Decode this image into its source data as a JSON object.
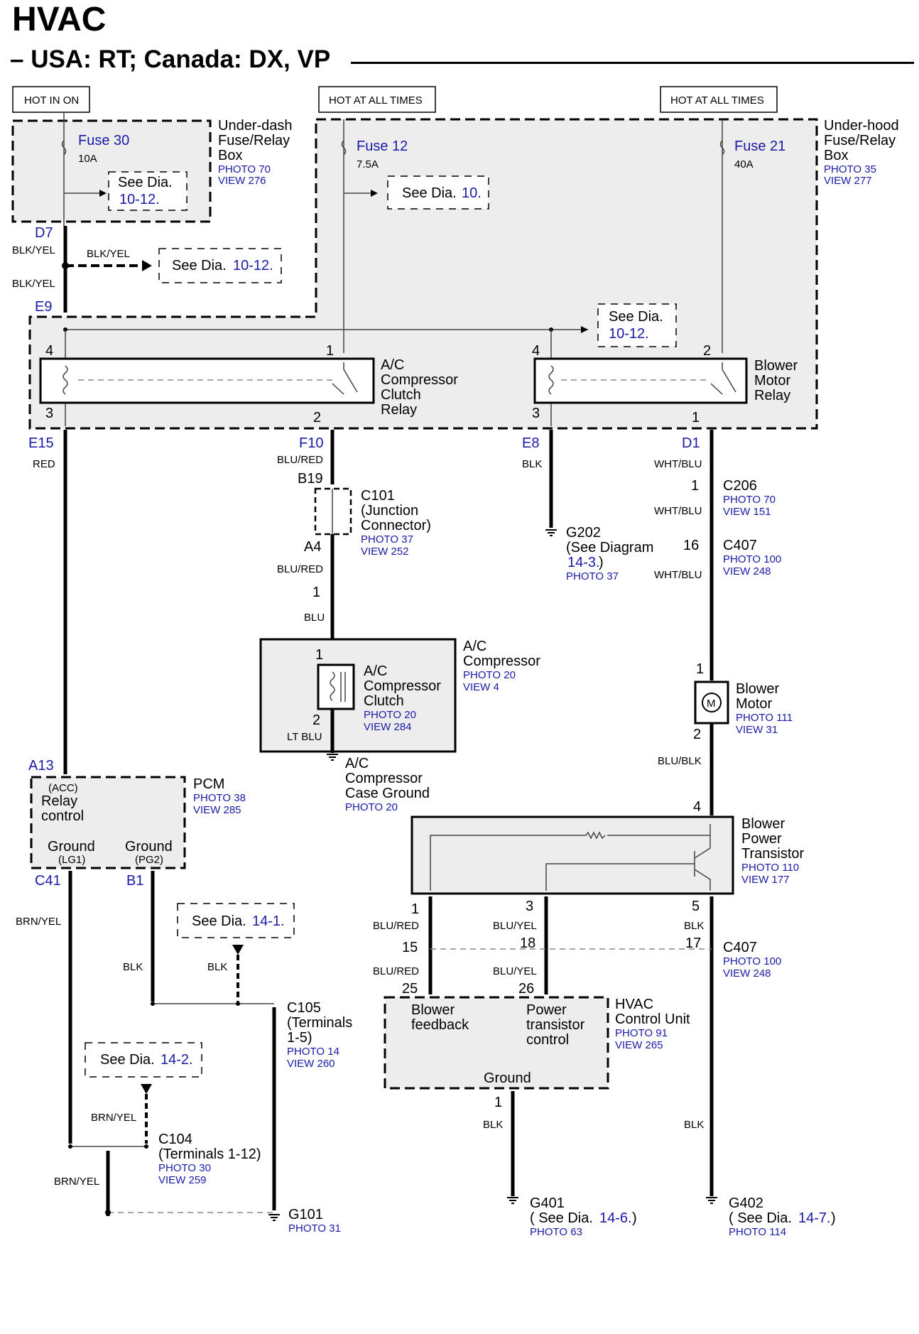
{
  "header": {
    "title": "HVAC",
    "subtitle": "– USA: RT; Canada: DX, VP"
  },
  "power": {
    "hot_in_on": "HOT IN ON",
    "hot_all_times_1": "HOT AT ALL TIMES",
    "hot_all_times_2": "HOT AT ALL TIMES"
  },
  "fuse_boxes": {
    "underdash": {
      "l1": "Under-dash",
      "l2": "Fuse/Relay",
      "l3": "Box",
      "photo": "PHOTO 70",
      "view": "VIEW 276"
    },
    "underhood": {
      "l1": "Under-hood",
      "l2": "Fuse/Relay",
      "l3": "Box",
      "photo": "PHOTO 35",
      "view": "VIEW 277"
    },
    "fuse30": {
      "name": "Fuse 30",
      "rating": "10A"
    },
    "fuse12": {
      "name": "Fuse 12",
      "rating": "7.5A"
    },
    "fuse21": {
      "name": "Fuse 21",
      "rating": "40A"
    }
  },
  "see_refs": {
    "see": "See Dia.",
    "r1": "10-12.",
    "r2": "10.",
    "r3": "10-12.",
    "r4": "10-12.",
    "r5": "14-1.",
    "r6": "14-2."
  },
  "connectors": {
    "d7": "D7",
    "e9": "E9",
    "e15": "E15",
    "f10": "F10",
    "e8": "E8",
    "d1": "D1",
    "b19": "B19",
    "a4": "A4",
    "a13": "A13",
    "c41": "C41",
    "b1": "B1"
  },
  "wires": {
    "blk_yel": "BLK/YEL",
    "red": "RED",
    "blu_red": "BLU/RED",
    "blk": "BLK",
    "wht_blu": "WHT/BLU",
    "blu": "BLU",
    "lt_blu": "LT BLU",
    "blu_blk": "BLU/BLK",
    "brn_yel": "BRN/YEL",
    "blu_yel": "BLU/YEL"
  },
  "relays": {
    "ac": {
      "l1": "A/C",
      "l2": "Compressor",
      "l3": "Clutch",
      "l4": "Relay"
    },
    "blower": {
      "l1": "Blower",
      "l2": "Motor",
      "l3": "Relay"
    }
  },
  "pins": {
    "p1": "1",
    "p2": "2",
    "p3": "3",
    "p4": "4",
    "p5": "5",
    "p15": "15",
    "p16": "16",
    "p17": "17",
    "p18": "18",
    "p25": "25",
    "p26": "26"
  },
  "components": {
    "c101": {
      "name": "C101",
      "l1": "(Junction",
      "l2": "Connector)",
      "photo": "PHOTO 37",
      "view": "VIEW 252"
    },
    "c206": {
      "name": "C206",
      "photo": "PHOTO 70",
      "view": "VIEW 151"
    },
    "c407": {
      "name": "C407",
      "photo": "PHOTO 100",
      "view": "VIEW 248"
    },
    "g202": {
      "name": "G202",
      "l1": "(See Diagram",
      "ref": "14-3.",
      "close": ")",
      "photo": "PHOTO 37"
    },
    "ac_comp": {
      "l1": "A/C",
      "l2": "Compressor",
      "photo": "PHOTO 20",
      "view": "VIEW 4"
    },
    "ac_clutch": {
      "l1": "A/C",
      "l2": "Compressor",
      "l3": "Clutch",
      "photo": "PHOTO 20",
      "view": "VIEW 284"
    },
    "ac_ground": {
      "l1": "A/C",
      "l2": "Compressor",
      "l3": "Case Ground",
      "photo": "PHOTO 20"
    },
    "blower_motor": {
      "l1": "Blower",
      "l2": "Motor",
      "photo": "PHOTO 111",
      "view": "VIEW 31",
      "m": "M"
    },
    "pcm": {
      "name": "PCM",
      "photo": "PHOTO 38",
      "view": "VIEW 285",
      "acc": "(ACC)",
      "relay": "Relay",
      "control": "control",
      "gnd1": "Ground",
      "lg1": "(LG1)",
      "gnd2": "Ground",
      "pg2": "(PG2)"
    },
    "bpt": {
      "l1": "Blower",
      "l2": "Power",
      "l3": "Transistor",
      "photo": "PHOTO 110",
      "view": "VIEW 177"
    },
    "hvac_cu": {
      "l1": "HVAC",
      "l2": "Control Unit",
      "photo": "PHOTO 91",
      "view": "VIEW 265",
      "fb1": "Blower",
      "fb2": "feedback",
      "pt1": "Power",
      "pt2": "transistor",
      "pt3": "control",
      "gnd": "Ground"
    },
    "c105": {
      "name": "C105",
      "l1": "(Terminals",
      "l2": "1-5)",
      "photo": "PHOTO 14",
      "view": "VIEW 260"
    },
    "c104": {
      "name": "C104",
      "l1": "(Terminals 1-12)",
      "photo": "PHOTO 30",
      "view": "VIEW 259"
    },
    "g101": {
      "name": "G101",
      "photo": "PHOTO 31"
    },
    "g401": {
      "name": "G401",
      "see": "( See Dia.",
      "ref": "14-6.",
      "close": ")",
      "photo": "PHOTO 63"
    },
    "g402": {
      "name": "G402",
      "see": "( See Dia.",
      "ref": "14-7.",
      "close": ")",
      "photo": "PHOTO 114"
    }
  }
}
